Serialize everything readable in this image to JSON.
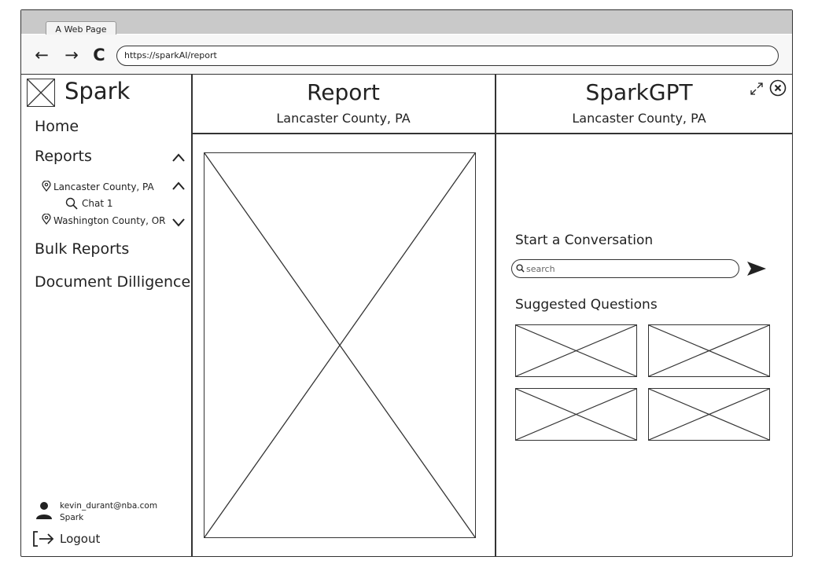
{
  "browser": {
    "tab_title": "A Web Page",
    "url": "https://sparkAI/report"
  },
  "sidebar": {
    "brand": "Spark",
    "home": "Home",
    "reports": "Reports",
    "report_items": [
      {
        "label": "Lancaster County, PA",
        "chevron": "up"
      },
      {
        "label": "Washington County, OR",
        "chevron": "down"
      }
    ],
    "chat_item": "Chat 1",
    "bulk_reports": "Bulk Reports",
    "document_diligence": "Document Dilligence",
    "user_email": "kevin_durant@nba.com",
    "user_org": "Spark",
    "logout": "Logout"
  },
  "report": {
    "title": "Report",
    "subtitle": "Lancaster County, PA"
  },
  "chat": {
    "title": "SparkGPT",
    "subtitle": "Lancaster County, PA",
    "start_heading": "Start a Conversation",
    "search_placeholder": "search",
    "suggested_heading": "Suggested Questions"
  },
  "icons": {
    "back": "arrow-left-icon",
    "forward": "arrow-right-icon",
    "reload": "reload-icon",
    "logo": "image-placeholder-icon",
    "location": "location-pin-icon",
    "search": "magnifier-icon",
    "send": "send-icon",
    "expand": "expand-icon",
    "close": "close-icon",
    "user": "user-icon",
    "logout": "logout-icon"
  }
}
